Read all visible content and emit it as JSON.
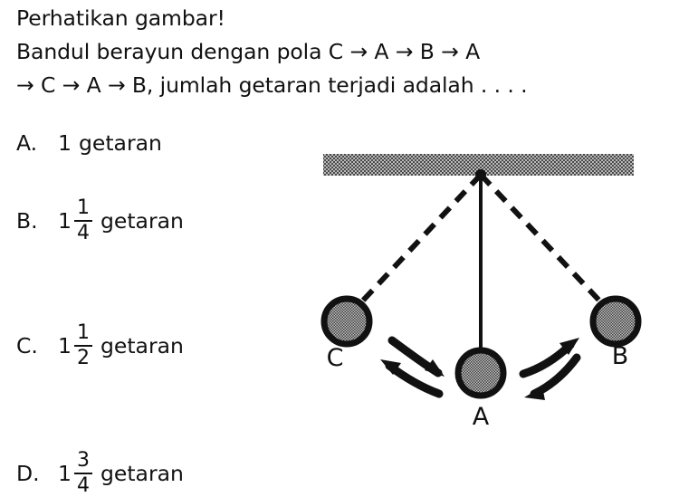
{
  "question": {
    "line1": "Perhatikan gambar!",
    "line2_prefix": "Bandul berayun dengan pola",
    "line2_seq": [
      "C",
      "A",
      "B",
      "A"
    ],
    "line3_seq": [
      "C",
      "A",
      "B"
    ],
    "line3_suffix": ", jumlah getaran terjadi adalah . . . .",
    "arrow": "→",
    "line2_full": "Bandul berayun dengan pola C → A → B → A",
    "line3_full": "→ C → A → B, jumlah getaran terjadi adalah . . . ."
  },
  "options": [
    {
      "label": "A.",
      "whole": "1",
      "numerator": "",
      "denominator": "",
      "unit": "getaran"
    },
    {
      "label": "B.",
      "whole": "1",
      "numerator": "1",
      "denominator": "4",
      "unit": "getaran"
    },
    {
      "label": "C.",
      "whole": "1",
      "numerator": "1",
      "denominator": "2",
      "unit": "getaran"
    },
    {
      "label": "D.",
      "whole": "1",
      "numerator": "3",
      "denominator": "4",
      "unit": "getaran"
    }
  ],
  "figure": {
    "ceiling_label": "hatched-ceiling-bar",
    "pivot_label": "pivot-point",
    "bob_left_label": "C",
    "bob_center_label": "A",
    "bob_right_label": "B",
    "string_solid_label": "solid-string-to-A",
    "string_dashed_left_label": "dashed-string-to-C",
    "string_dashed_right_label": "dashed-string-to-B",
    "arrow_c_to_a_label": "arrow-c-to-a",
    "arrow_a_to_c_label": "arrow-a-to-c",
    "arrow_a_to_b_label": "arrow-a-to-b",
    "arrow_b_to_a_label": "arrow-b-to-a"
  },
  "colors": {
    "ink": "#111111",
    "background": "#ffffff",
    "hatch_gray": "#808080",
    "hatch_dark": "#5a5a5a",
    "bob_fill": "#8a8a8a"
  }
}
